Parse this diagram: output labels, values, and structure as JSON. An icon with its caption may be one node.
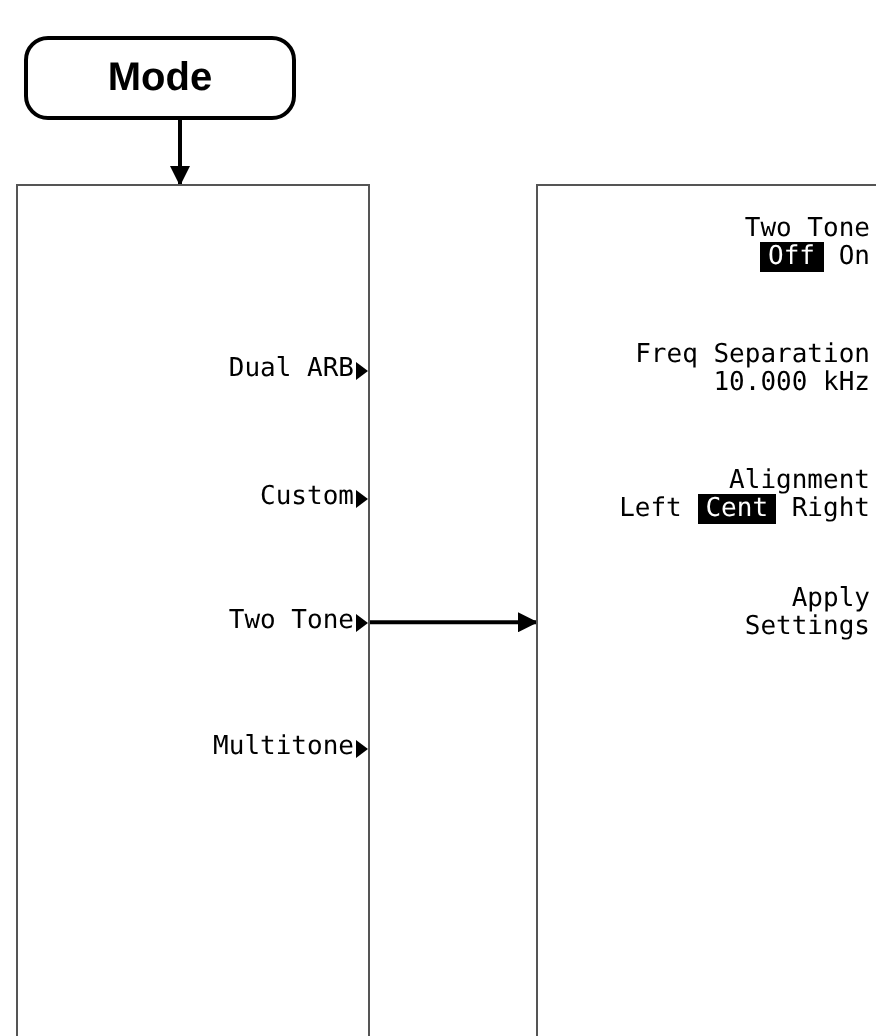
{
  "diagram": {
    "nodes": [
      {
        "text": [
          "Mode"
        ]
      },
      {
        "text": [],
        "shape": "box"
      },
      {
        "text": [
          "Dual ARB"
        ],
        "in": 1
      },
      {
        "text": [
          "Custom"
        ],
        "in": 1
      },
      {
        "text": [
          "Two Tone"
        ],
        "in": 1
      },
      {
        "text": [
          "Multitone"
        ],
        "in": 1
      },
      {
        "text": [],
        "shape": "box"
      },
      {
        "text": [
          "Two Tone",
          "**Off** On"
        ],
        "in": 6
      },
      {
        "text": [
          "Freq Separation",
          "10.000 kHz"
        ],
        "in": 6
      },
      {
        "text": [
          "Alignment",
          "Left **Cent** Right"
        ],
        "in": 6
      },
      {
        "text": [
          "Apply Settings"
        ],
        "in": 6
      }
    ],
    "edges": [
      {
        "from": 0,
        "to": 1,
        "arrow": "to"
      },
      {
        "from": 4,
        "to": 6,
        "arrow": "to"
      }
    ]
  }
}
